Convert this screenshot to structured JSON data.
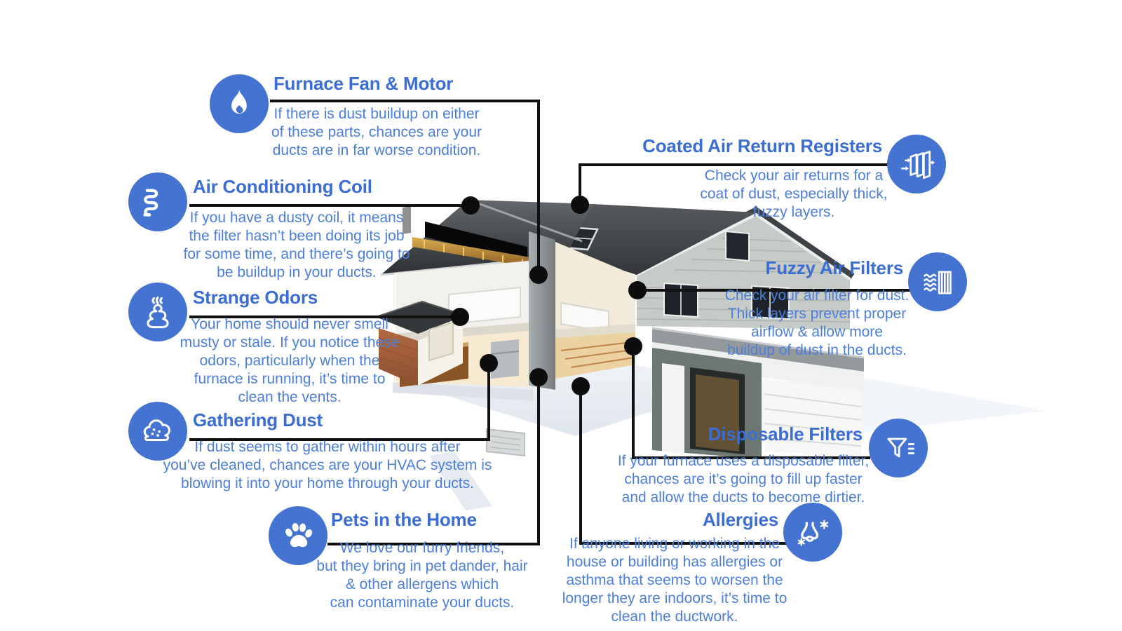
{
  "colors": {
    "accent_blue": "#4473d2",
    "title_blue": "#3b6dd3",
    "body_blue": "#4c7eda",
    "connector_black": "#111111",
    "background": "#ffffff"
  },
  "illustration": "3D cutaway two-story house with attic, kitchen, bathroom, bedroom, garage and driveway",
  "sections": [
    {
      "id": "furnace-fan-motor",
      "icon": "flame-icon",
      "title": "Furnace Fan & Motor",
      "body": "If there is dust buildup on either\nof these parts, chances are your\nducts are in far worse condition."
    },
    {
      "id": "air-conditioning-coil",
      "icon": "coil-icon",
      "title": "Air Conditioning Coil",
      "body": "If you have a dusty coil, it means\nthe filter hasn’t been doing its job\nfor some time, and there’s going to\nbe buildup in your ducts."
    },
    {
      "id": "strange-odors",
      "icon": "odor-icon",
      "title": "Strange Odors",
      "body": "Your home should never smell\nmusty or stale. If you notice these\nodors, particularly when the\nfurnace is running, it’s time to\nclean the vents."
    },
    {
      "id": "gathering-dust",
      "icon": "dust-cloud-icon",
      "title": "Gathering Dust",
      "body": "If dust seems to gather within hours after\nyou’ve cleaned, chances are your HVAC system is\nblowing it into your home through your ducts."
    },
    {
      "id": "pets-in-the-home",
      "icon": "paw-icon",
      "title": "Pets in the Home",
      "body": "We love our furry friends,\nbut they bring in pet dander, hair\n& other allergens which\ncan contaminate your ducts."
    },
    {
      "id": "coated-air-return-registers",
      "icon": "register-icon",
      "title": "Coated Air Return Registers",
      "body": "Check your air returns for a\ncoat of dust, especially thick,\nfuzzy layers."
    },
    {
      "id": "fuzzy-air-filters",
      "icon": "air-filter-icon",
      "title": "Fuzzy Air Filters",
      "body": "Check your air filter for dust.\nThick layers prevent proper\nairflow & allow more\nbuildup of dust in the ducts."
    },
    {
      "id": "disposable-filters",
      "icon": "funnel-icon",
      "title": "Disposable Filters",
      "body": "If your furnace uses a disposable filter,\nchances are it’s going to fill up faster\nand allow the ducts to become dirtier."
    },
    {
      "id": "allergies",
      "icon": "nose-icon",
      "title": "Allergies",
      "body": "If anyone living or working in the\nhouse or building has allergies or\nasthma that seems to worsen the\nlonger they are indoors, it’s time to\nclean the ductwork."
    }
  ]
}
